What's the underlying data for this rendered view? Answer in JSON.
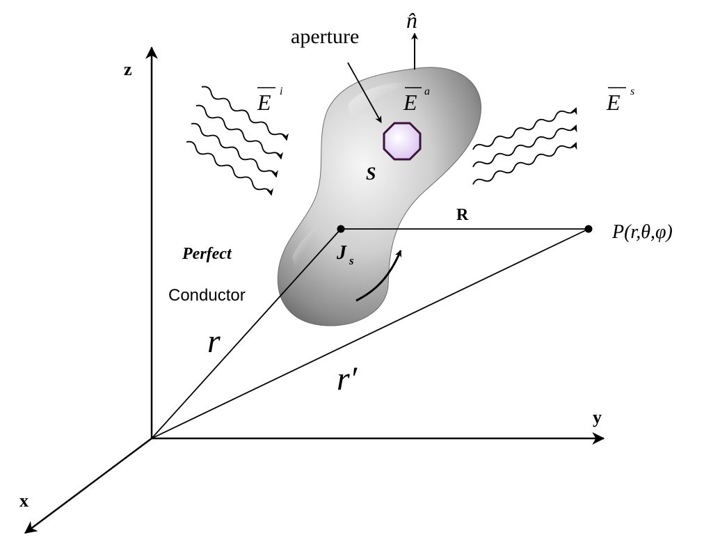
{
  "axes": {
    "z_label": "z",
    "y_label": "y",
    "x_label": "x"
  },
  "labels": {
    "aperture": "aperture",
    "normal": "n̂",
    "incident_field": "E",
    "incident_sup": "i",
    "aperture_field": "E",
    "aperture_sup": "a",
    "scattered_field": "E",
    "scattered_sup": "s",
    "surface": "S",
    "distance": "R",
    "observation_point": "P(r,θ,φ)",
    "surface_current": "J",
    "surface_current_sub": "s",
    "material_line1": "Perfect",
    "material_line2": "Conductor",
    "position_vector": "r",
    "source_vector": "r′"
  },
  "colors": {
    "ink": "#000000",
    "aperture_fill": "#e7d6f4",
    "aperture_stroke": "#4a1a4a",
    "body_dark": "#5a5a5a",
    "body_light": "#f2f2f2"
  }
}
